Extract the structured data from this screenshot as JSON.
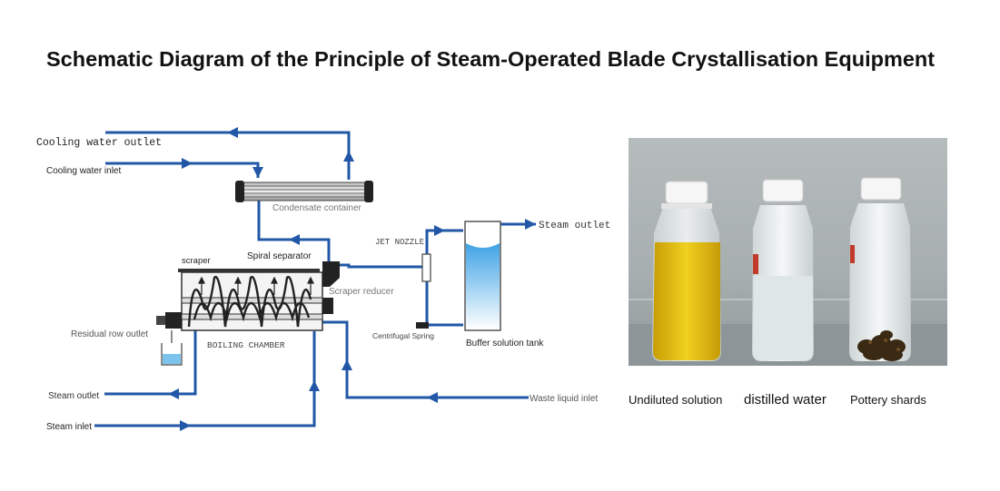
{
  "title": "Schematic Diagram of the Principle of Steam-Operated Blade Crystallisation Equipment",
  "diagram": {
    "labels": {
      "cooling_water_outlet": "Cooling water outlet",
      "cooling_water_inlet": "Cooling water inlet",
      "condensate_container": "Condensate container",
      "jet_nozzle": "JET NOZZLE",
      "steam_outlet_right": "Steam outlet",
      "scraper": "scraper",
      "spiral_separator": "Spiral separator",
      "scraper_reducer": "Scraper reducer",
      "residual_row_outlet": "Residual row outlet",
      "boiling_chamber": "BOILING CHAMBER",
      "centrifugal_spring": "Centrifugal Spring",
      "buffer_solution_tank": "Buffer solution tank",
      "steam_outlet_left": "Steam outlet",
      "waste_liquid_inlet": "Waste liquid inlet",
      "steam_inlet": "Steam inlet"
    },
    "colors": {
      "pipe": "#2157a6",
      "liquid": "#7cc3ee",
      "frame": "#333333"
    }
  },
  "photo": {
    "captions": [
      "Undiluted solution",
      "distilled water",
      "Pottery shards"
    ],
    "colors": {
      "yellow_liquid": "#d8b410",
      "clear_liquid": "#e6ecec",
      "shards": "#3a2a14",
      "background": "#9aa6a8"
    }
  }
}
